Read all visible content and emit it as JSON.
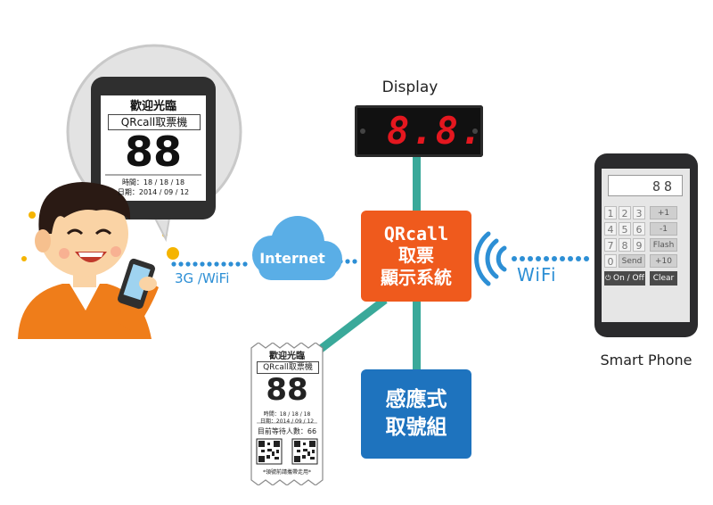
{
  "display": {
    "label": "Display",
    "digits": "8.8."
  },
  "center_system": {
    "title": "QRcall",
    "line1": "取票",
    "line2": "顯示系統"
  },
  "module": {
    "line1": "感應式",
    "line2": "取號組"
  },
  "cloud": {
    "label": "Internet"
  },
  "links": {
    "mobile_network": "3G /WiFi",
    "wifi": "WiFi"
  },
  "bubble_phone": {
    "welcome": "歡迎光臨",
    "title": "QRcall取票機",
    "number": "88",
    "time": "時間：18 / 18 / 18",
    "date": "日期：2014 / 09 / 12"
  },
  "ticket": {
    "welcome": "歡迎光臨",
    "title": "QRcall取票機",
    "number": "88",
    "time": "時間：18 / 18 / 18",
    "date": "日期：2014 / 09 / 12",
    "waiting": "目前等待人數：66",
    "footer": "*領號前請攜帶走用*"
  },
  "smart_phone": {
    "label": "Smart Phone",
    "display_value": "88",
    "keypad": [
      [
        "1",
        "2",
        "3"
      ],
      [
        "4",
        "5",
        "6"
      ],
      [
        "7",
        "8",
        "9"
      ]
    ],
    "zero_key": "0",
    "send_key": "Send",
    "side_keys": [
      "+1",
      "-1",
      "Flash",
      "+10"
    ],
    "on_off_key": "On / Off",
    "clear_key": "Clear"
  },
  "colors": {
    "orange": "#ef5a1d",
    "blue_box": "#1e73be",
    "teal_line": "#3aa99a",
    "wifi_blue": "#2d8fd5",
    "cloud": "#5aaee6",
    "led_red": "#e4171f"
  }
}
